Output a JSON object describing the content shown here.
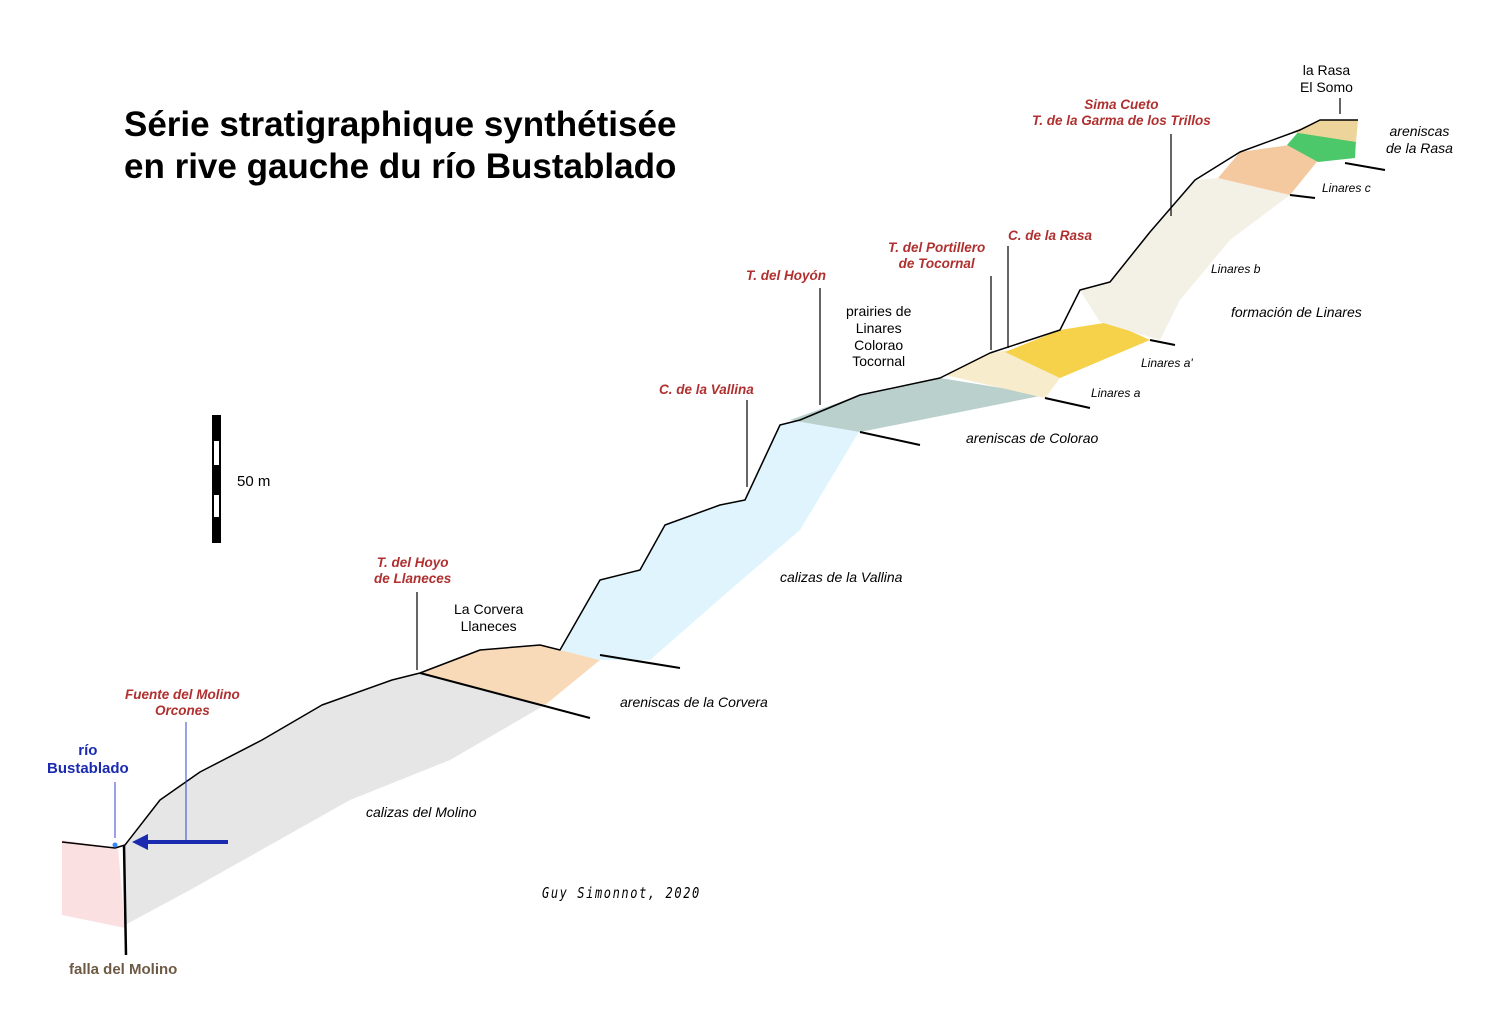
{
  "title": {
    "line1": "Série stratigraphique synthétisée",
    "line2": "en rive gauche du río Bustablado"
  },
  "scale_bar": {
    "label": "50 m"
  },
  "localities": {
    "rasa_somo": {
      "line1": "la Rasa",
      "line2": "El Somo"
    },
    "sima_cueto": {
      "line1": "Sima Cueto",
      "line2": "T. de la Garma de los Trillos"
    },
    "c_rasa": "C. de la Rasa",
    "portillero": {
      "line1": "T. del Portillero",
      "line2": "de Tocornal"
    },
    "hoyon": "T. del Hoyón",
    "prairies": {
      "line1": "prairies de",
      "line2": "Linares",
      "line3": "Colorao",
      "line4": "Tocornal"
    },
    "vallina": "C. de la Vallina",
    "hoyo_llaneces": {
      "line1": "T. del Hoyo",
      "line2": "de Llaneces"
    },
    "corvera": {
      "line1": "La Corvera",
      "line2": "Llaneces"
    },
    "fuente_molino": {
      "line1": "Fuente del Molino",
      "line2": "Orcones"
    },
    "rio": {
      "line1": "río",
      "line2": "Bustablado"
    },
    "falla": "falla del Molino"
  },
  "formations": {
    "rasa": {
      "line1": "areniscas",
      "line2": "de la Rasa"
    },
    "linares_c": "Linares c",
    "linares_b": "Linares b",
    "linares": "formación de Linares",
    "linares_a2": "Linares a'",
    "linares_a": "Linares a",
    "colorao": "areniscas de Colorao",
    "vallina": "calizas de la Vallina",
    "corvera": "areniscas de la Corvera",
    "molino": "calizas del Molino"
  },
  "signature": "Guy Simonnot, 2020",
  "colors": {
    "molino": "#e6e6e6",
    "corvera": "#f8d9b8",
    "vallina": "#dff4fc",
    "colorao": "#b9d0cc",
    "linares_a": "#f7eccb",
    "linares_a2": "#f5d24a",
    "linares": "#f3f0e6",
    "linares_c": "#f4c9a0",
    "green": "#4cc86a",
    "rasa": "#ecd49a",
    "fault_block": "#fbe0e2",
    "river": "#1a2bb0"
  }
}
